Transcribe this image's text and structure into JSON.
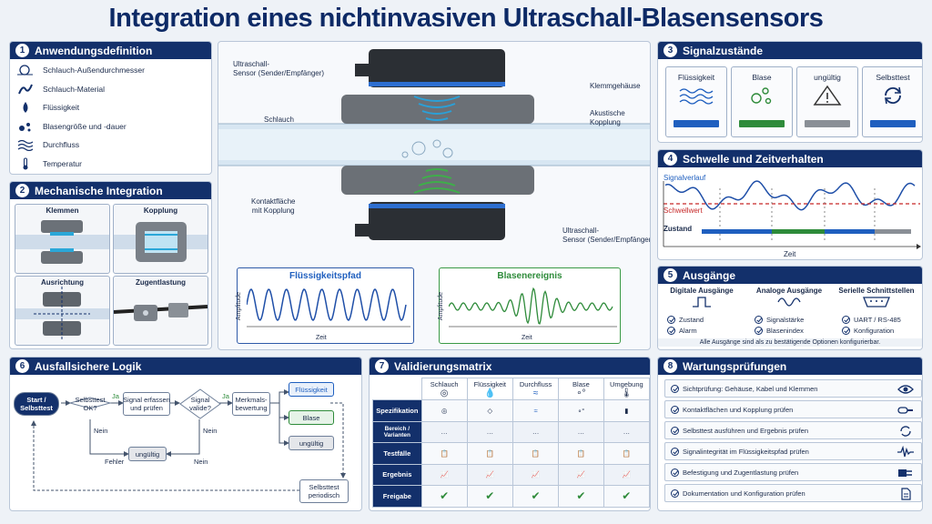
{
  "title": "Integration eines nichtinvasiven Ultraschall-Blasensensors",
  "p1": {
    "num": "1",
    "title": "Anwendungsdefinition",
    "items": [
      {
        "icon": "tube-diameter-icon",
        "label": "Schlauch-Außendurchmesser"
      },
      {
        "icon": "tube-material-icon",
        "label": "Schlauch-Material"
      },
      {
        "icon": "droplet-icon",
        "label": "Flüssigkeit"
      },
      {
        "icon": "bubbles-icon",
        "label": "Blasengröße und -dauer"
      },
      {
        "icon": "flow-waves-icon",
        "label": "Durchfluss"
      },
      {
        "icon": "thermometer-icon",
        "label": "Temperatur"
      }
    ]
  },
  "p2": {
    "num": "2",
    "title": "Mechanische Integration",
    "tiles": [
      "Klemmen",
      "Kopplung",
      "Ausrichtung",
      "Zugentlastung"
    ]
  },
  "center": {
    "callouts": {
      "sensor_top": "Ultraschall-\nSensor (Sender/Empfänger)",
      "housing": "Klemmgehäuse",
      "tube": "Schlauch",
      "coupling": "Akustische\nKopplung",
      "contact": "Kontaktfläche\nmit Kopplung",
      "sensor_bottom": "Ultraschall-\nSensor (Sender/Empfänger)"
    },
    "liquid_plot": {
      "title": "Flüssigkeitspfad",
      "ylabel": "Amplitude",
      "xlabel": "Zeit"
    },
    "bubble_plot": {
      "title": "Blasenereignis",
      "ylabel": "Amplitude",
      "xlabel": "Zeit"
    }
  },
  "p3": {
    "num": "3",
    "title": "Signalzustände",
    "states": [
      {
        "label": "Flüssigkeit",
        "color": "#1f5fbf"
      },
      {
        "label": "Blase",
        "color": "#2e8b3a"
      },
      {
        "label": "ungültig",
        "color": "#8a8f96"
      },
      {
        "label": "Selbsttest",
        "color": "#1f5fbf"
      }
    ]
  },
  "p4": {
    "num": "4",
    "title": "Schwelle und Zeitverhalten",
    "signal_label": "Signalverlauf",
    "threshold_label": "Schwellwert",
    "state_label": "Zustand",
    "time_label": "Zeit"
  },
  "p5": {
    "num": "5",
    "title": "Ausgänge",
    "cols": [
      {
        "title": "Digitale Ausgänge",
        "items": [
          "Zustand",
          "Alarm"
        ]
      },
      {
        "title": "Analoge Ausgänge",
        "items": [
          "Signalstärke",
          "Blasenindex"
        ]
      },
      {
        "title": "Serielle Schnittstellen",
        "items": [
          "UART / RS-485",
          "Konfiguration"
        ]
      }
    ],
    "note": "Alle Ausgänge sind als zu bestätigende Optionen konfigurierbar."
  },
  "p6": {
    "num": "6",
    "title": "Ausfallsichere Logik",
    "start": "Start /\nSelbsttest",
    "selftest_ok": "Selbsttest\nOK?",
    "capture": "Signal erfassen\nund prüfen",
    "valid": "Signal\nvalide?",
    "evaluate": "Merkmals-\nbewertung",
    "out_liquid": "Flüssigkeit",
    "out_bubble": "Blase",
    "out_invalid": "ungültig",
    "invalid_box": "ungültig",
    "periodic": "Selbsttest\nperiodisch",
    "ja1": "Ja",
    "ja2": "Ja",
    "nein1": "Nein",
    "nein2": "Nein",
    "nein3": "Nein",
    "fehler": "Fehler"
  },
  "p7": {
    "num": "7",
    "title": "Validierungsmatrix",
    "cols": [
      "Schlauch",
      "Flüssigkeit",
      "Durchfluss",
      "Blase",
      "Umgebung"
    ],
    "rows": [
      "Spezifikation",
      "Bereich / Varianten",
      "Testfälle",
      "Ergebnis",
      "Freigabe"
    ],
    "dots": "…"
  },
  "p8": {
    "num": "8",
    "title": "Wartungsprüfungen",
    "items": [
      {
        "label": "Sichtprüfung: Gehäuse, Kabel und Klemmen",
        "icon": "eye-icon"
      },
      {
        "label": "Kontaktflächen und Kopplung prüfen",
        "icon": "coupling-tube-icon"
      },
      {
        "label": "Selbsttest ausführen und Ergebnis prüfen",
        "icon": "refresh-icon"
      },
      {
        "label": "Signalintegrität im Flüssigkeitspfad prüfen",
        "icon": "waveform-icon"
      },
      {
        "label": "Befestigung und Zugentlastung prüfen",
        "icon": "connector-icon"
      },
      {
        "label": "Dokumentation und Konfiguration prüfen",
        "icon": "document-icon"
      }
    ]
  }
}
